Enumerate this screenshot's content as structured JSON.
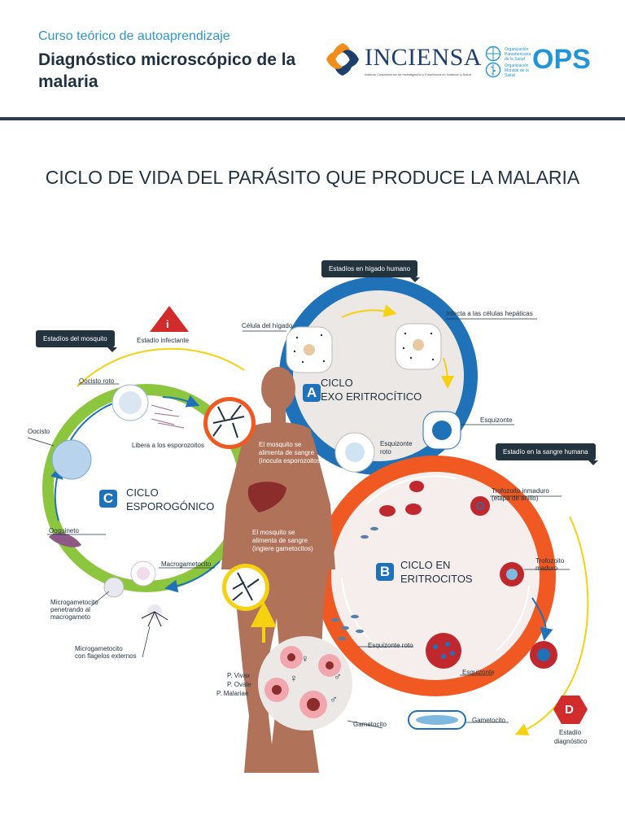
{
  "header": {
    "subtitle": "Curso teórico de autoaprendizaje",
    "title": "Diagnóstico microscópico de la malaria",
    "logo_inciensa": "INCIENSA",
    "logo_inciensa_tag": "Instituto Costarricense de Investigación y Enseñanza en Nutrición y Salud",
    "logo_ops": "OPS",
    "logo_ops_small_1": "Organización Panamericana de la Salud",
    "logo_ops_small_2": "Organización Mundial de la Salud"
  },
  "title": "CICLO DE VIDA DEL PARÁSITO QUE PRODUCE LA MALARIA",
  "callouts": {
    "liver": "Estadíos en hígado humano",
    "mosquito": "Estadíos del mosquito",
    "blood": "Estadío en la sangre humana"
  },
  "badges": {
    "infective_symbol": "i",
    "infective_label": "Estadío infectante",
    "diagnostic_symbol": "D",
    "diagnostic_label_1": "Estadío",
    "diagnostic_label_2": "diagnóstico"
  },
  "cycles": {
    "a": {
      "letter": "A",
      "line1": "CICLO",
      "line2": "EXO ERITROCÍTICO"
    },
    "b": {
      "letter": "B",
      "line1": "CICLO EN",
      "line2": "ERITROCITOS"
    },
    "c": {
      "letter": "C",
      "line1": "CICLO",
      "line2": "ESPOROGÓNICO"
    }
  },
  "labels": {
    "celula_higado": "Célula del hígado",
    "infecta": "Infecta a las células hepáticas",
    "esquizonte_a": "Esquizonte",
    "esquizonte_roto_a_1": "Esquizonte",
    "esquizonte_roto_a_2": "roto",
    "trofozoito_inmaduro_1": "Trofozoito inmaduro",
    "trofozoito_inmaduro_2": "(etapa de anillo)",
    "trofozoito_maduro_1": "Trofozoito",
    "trofozoito_maduro_2": "maduro",
    "esquizonte_roto_b": "Esquizonte roto",
    "esquizonte_b": "Esquizonte",
    "gametocito_right": "Gametocito",
    "gametocito_left": "Gametocito",
    "oocisto_roto": "Oocisto roto",
    "oocisto": "Oocisto",
    "libera": "Libera a los esporozoitos",
    "ooquineto": "Ooquineto",
    "macrogametocito": "Macrogametocito",
    "microgametocito_pen_1": "Microgametocito",
    "microgametocito_pen_2": "penetrando al",
    "microgametocito_pen_3": "macrogameto",
    "microgametocito_fla_1": "Microgametocito",
    "microgametocito_fla_2": "con flagelos externos",
    "mosquito_inocula_1": "El mosquito se",
    "mosquito_inocula_2": "alimenta de sangre",
    "mosquito_inocula_3": "(inocula esporozoitos)",
    "mosquito_ingiere_1": "El mosquito se",
    "mosquito_ingiere_2": "alimenta de sangre",
    "mosquito_ingiere_3": "(ingiere gametocitos)",
    "species_1": "P. Vivax",
    "species_2": "P. Ovale",
    "species_3": "P. Malariae",
    "female_symbol": "♀",
    "male_symbol": "♂"
  },
  "colors": {
    "blue_ring": "#1f72b8",
    "orange_ring": "#f05a22",
    "green_ring": "#8cc63f",
    "yellow_arrow": "#f5d10f",
    "skin": "#b0735a",
    "callout": "#24343f",
    "badge_red": "#d22b2b"
  }
}
